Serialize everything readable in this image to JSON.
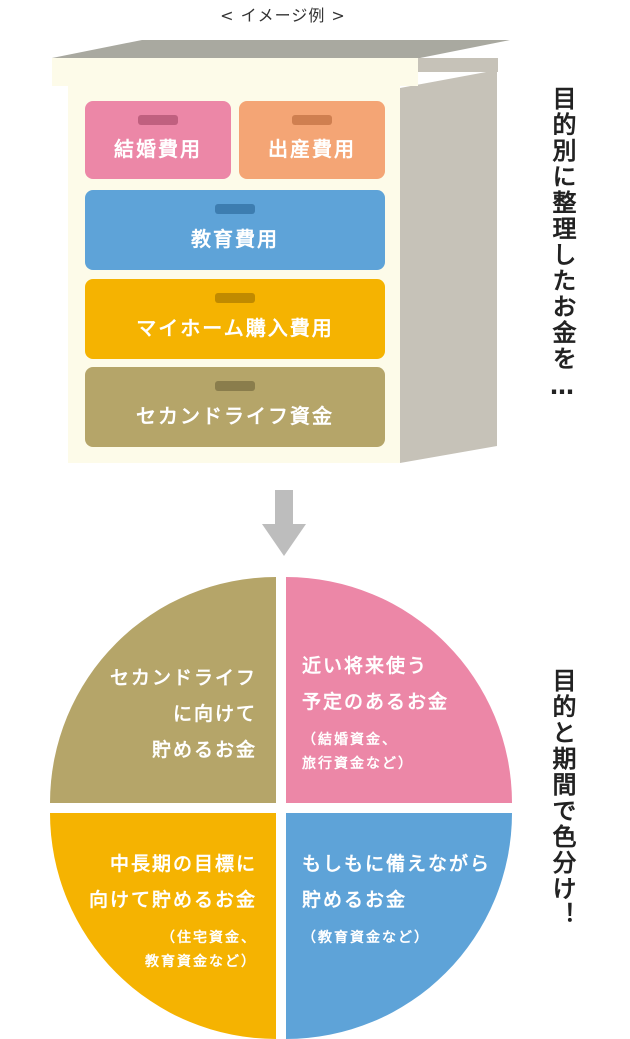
{
  "caption": "< イメージ例 >",
  "colors": {
    "pink": "#ec87a7",
    "orange": "#f4a575",
    "blue": "#5ea3d8",
    "yellow": "#f5b301",
    "olive": "#b5a569",
    "cabinet_face": "#fdfbe9",
    "cabinet_side": "#c6c2b8",
    "cabinet_top": "#a9a9a0",
    "arrow": "#bdbdbd"
  },
  "drawers": [
    {
      "label": "結婚費用"
    },
    {
      "label": "出産費用"
    },
    {
      "label": "教育費用"
    },
    {
      "label": "マイホーム購入費用"
    },
    {
      "label": "セカンドライフ資金"
    }
  ],
  "side_text_1": "目的別に整理したお金を…",
  "side_text_2": "目的と期間で色分け！",
  "quadrants": {
    "top_left": {
      "lines": [
        "セカンドライフ",
        "に向けて",
        "貯めるお金"
      ]
    },
    "top_right": {
      "lines": [
        "近い将来使う",
        "予定のあるお金"
      ],
      "sub": [
        "（結婚資金、",
        "旅行資金など）"
      ]
    },
    "bottom_left": {
      "lines": [
        "中長期の目標に",
        "向けて貯めるお金"
      ],
      "sub": [
        "（住宅資金、",
        "教育資金など）"
      ]
    },
    "bottom_right": {
      "lines": [
        "もしもに備えながら",
        "貯めるお金"
      ],
      "sub": [
        "（教育資金など）"
      ]
    }
  }
}
